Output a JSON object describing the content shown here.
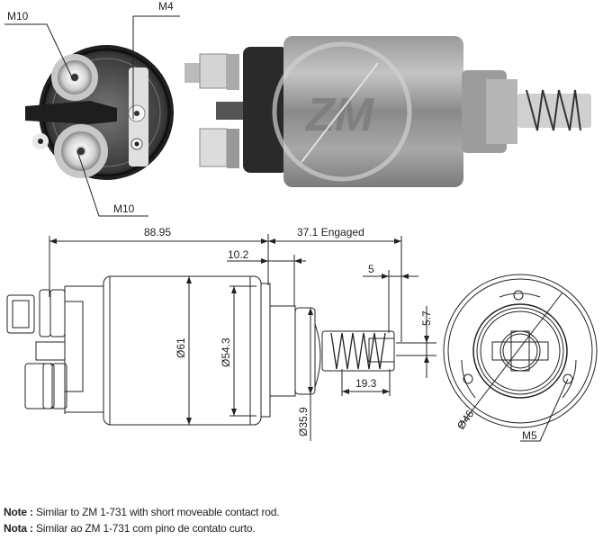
{
  "photo_rear_view": {
    "labels": {
      "top_left_terminal": "M10",
      "top_right_terminal": "M4",
      "bottom_terminal": "M10"
    }
  },
  "photo_side_view": {
    "watermark": "ZM"
  },
  "drawing_side_view": {
    "dimensions": {
      "overall_length": "88.95",
      "engaged_stroke": "37.1 Engaged",
      "flange_offset": "10.2",
      "rod_end": "5",
      "rod_width": "5.7",
      "spring_length": "19.3",
      "body_diameter": "Ø61",
      "inner_diameter": "Ø54.3",
      "nose_diameter": "Ø35.9"
    }
  },
  "drawing_front_view": {
    "dimensions": {
      "bolt_circle": "Ø46",
      "thread": "M5"
    }
  },
  "notes": [
    {
      "label": "Note :",
      "text": "Similar to ZM 1-731 with short moveable contact rod."
    },
    {
      "label": "Nota :",
      "text": "Similar ao ZM 1-731 com pino de contato curto."
    }
  ],
  "colors": {
    "line": "#222222",
    "photo_dark": "#2a2a2a",
    "photo_mid": "#8c8c8c",
    "photo_light": "#d8d8d8"
  }
}
